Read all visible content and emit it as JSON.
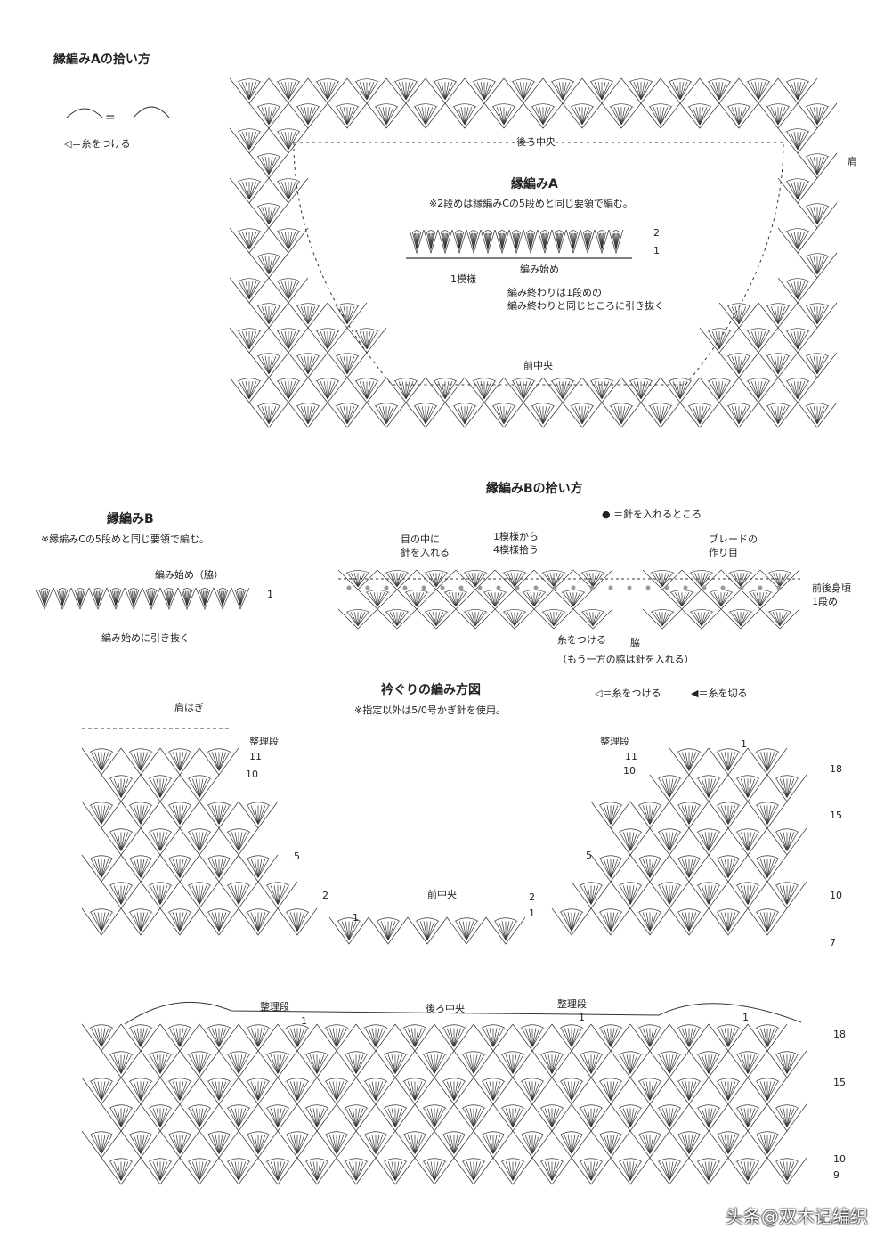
{
  "section_a": {
    "title": "縁編みAの拾い方",
    "legend_equal": "=",
    "legend_yarn_attach": "◁＝糸をつける",
    "back_center": "後ろ中央",
    "shoulder": "肩",
    "front_center": "前中央",
    "inner_title": "縁編みA",
    "inner_note": "※2段めは縁編みCの5段めと同じ要領で編む。",
    "row2": "2",
    "row1": "1",
    "pattern_repeat": "1模様",
    "start": "編み始め",
    "end_note1": "編み終わりは1段めの",
    "end_note2": "編み終わりと同じところに引き抜く"
  },
  "section_b_pick": {
    "title": "縁編みBの拾い方",
    "legend_hook": "● ＝針を入れるところ",
    "center_label1": "目の中に",
    "center_label2": "針を入れる",
    "repeat_label1": "1模様から",
    "repeat_label2": "4模様拾う",
    "braid_label1": "ブレードの",
    "braid_label2": "作り目",
    "body_row1": "前後身頃",
    "body_row2": "1段め",
    "attach": "糸をつける",
    "side": "脇",
    "side_note": "（もう一方の脇は針を入れる）"
  },
  "section_b": {
    "title": "縁編みB",
    "note": "※縁編みCの5段めと同じ要領で編む。",
    "start": "編み始め（脇）",
    "row1": "1",
    "join": "編み始めに引き抜く"
  },
  "neck": {
    "title": "衿ぐりの編み方図",
    "note": "※指定以外は5/0号かぎ針を使用。",
    "legend_attach": "◁＝糸をつける",
    "legend_cut": "◀＝糸を切る",
    "shoulder_seam": "肩はぎ",
    "tidy_row": "整理段",
    "front_center": "前中央",
    "back_center": "後ろ中央",
    "rows_left": [
      "11",
      "10",
      "5",
      "2",
      "1"
    ],
    "rows_right_front": [
      "1",
      "11",
      "10",
      "5",
      "2",
      "1"
    ],
    "rows_far_front": [
      "18",
      "15",
      "10",
      "7"
    ],
    "rows_back": [
      "18",
      "15",
      "10",
      "9"
    ],
    "back_row1": "1"
  },
  "watermark": "头条@双木记编织"
}
